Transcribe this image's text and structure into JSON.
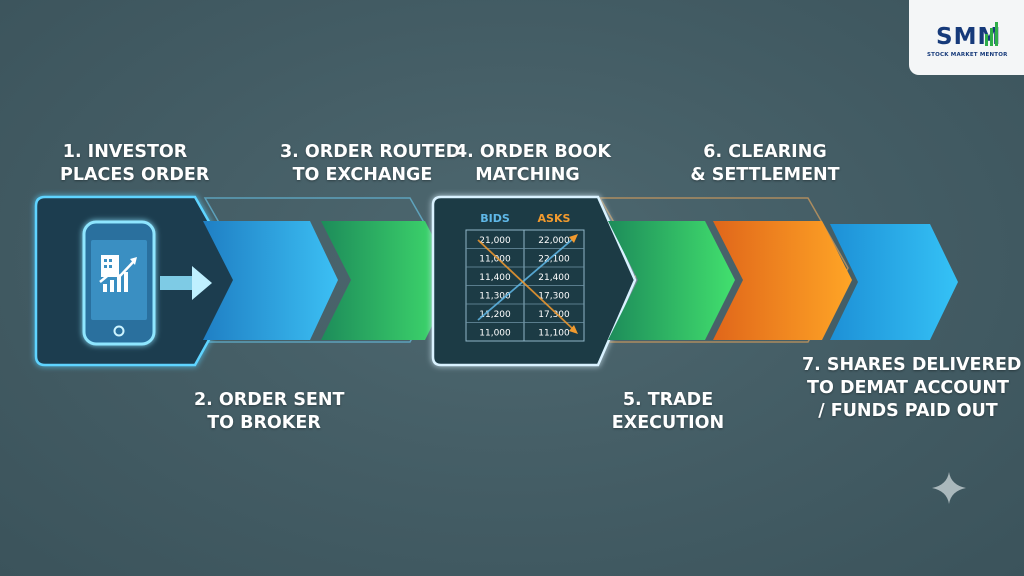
{
  "logo": {
    "name": "SMM",
    "tagline": "STOCK MARKET MENTOR"
  },
  "steps": [
    {
      "number": "1.",
      "lines": [
        "1. INVESTOR",
        "PLACES ORDER"
      ]
    },
    {
      "number": "2.",
      "lines": [
        "2. ORDER SENT",
        "TO BROKER"
      ]
    },
    {
      "number": "3.",
      "lines": [
        "3. ORDER ROUTED",
        "TO EXCHANGE"
      ]
    },
    {
      "number": "4.",
      "lines": [
        "4. ORDER BOOK",
        "MATCHING"
      ]
    },
    {
      "number": "5.",
      "lines": [
        "5. TRADE",
        "EXECUTION"
      ]
    },
    {
      "number": "6.",
      "lines": [
        "6. CLEARING",
        "& SETTLEMENT"
      ]
    },
    {
      "number": "7.",
      "lines": [
        "7. SHARES DELIVERED",
        "TO DEMAT ACCOUNT",
        "/ FUNDS PAID OUT"
      ]
    }
  ],
  "order_book": {
    "bids_header": "BIDS",
    "asks_header": "ASKS",
    "bids": [
      "21,000",
      "11,000",
      "11,400",
      "11,300",
      "11,200",
      "11,000"
    ],
    "asks": [
      "22,000",
      "22,100",
      "21,400",
      "17,300",
      "17,300",
      "11,100"
    ]
  },
  "colors": {
    "background": "#435c64",
    "blue": "#2aa8e8",
    "green": "#38d468",
    "orange": "#f08a1c",
    "bids": "#5fb8e8",
    "asks": "#f29a2e"
  },
  "icons": [
    "smartphone-icon",
    "building-icon",
    "growth-chart-icon",
    "right-arrow-icon",
    "sparkle-icon"
  ]
}
